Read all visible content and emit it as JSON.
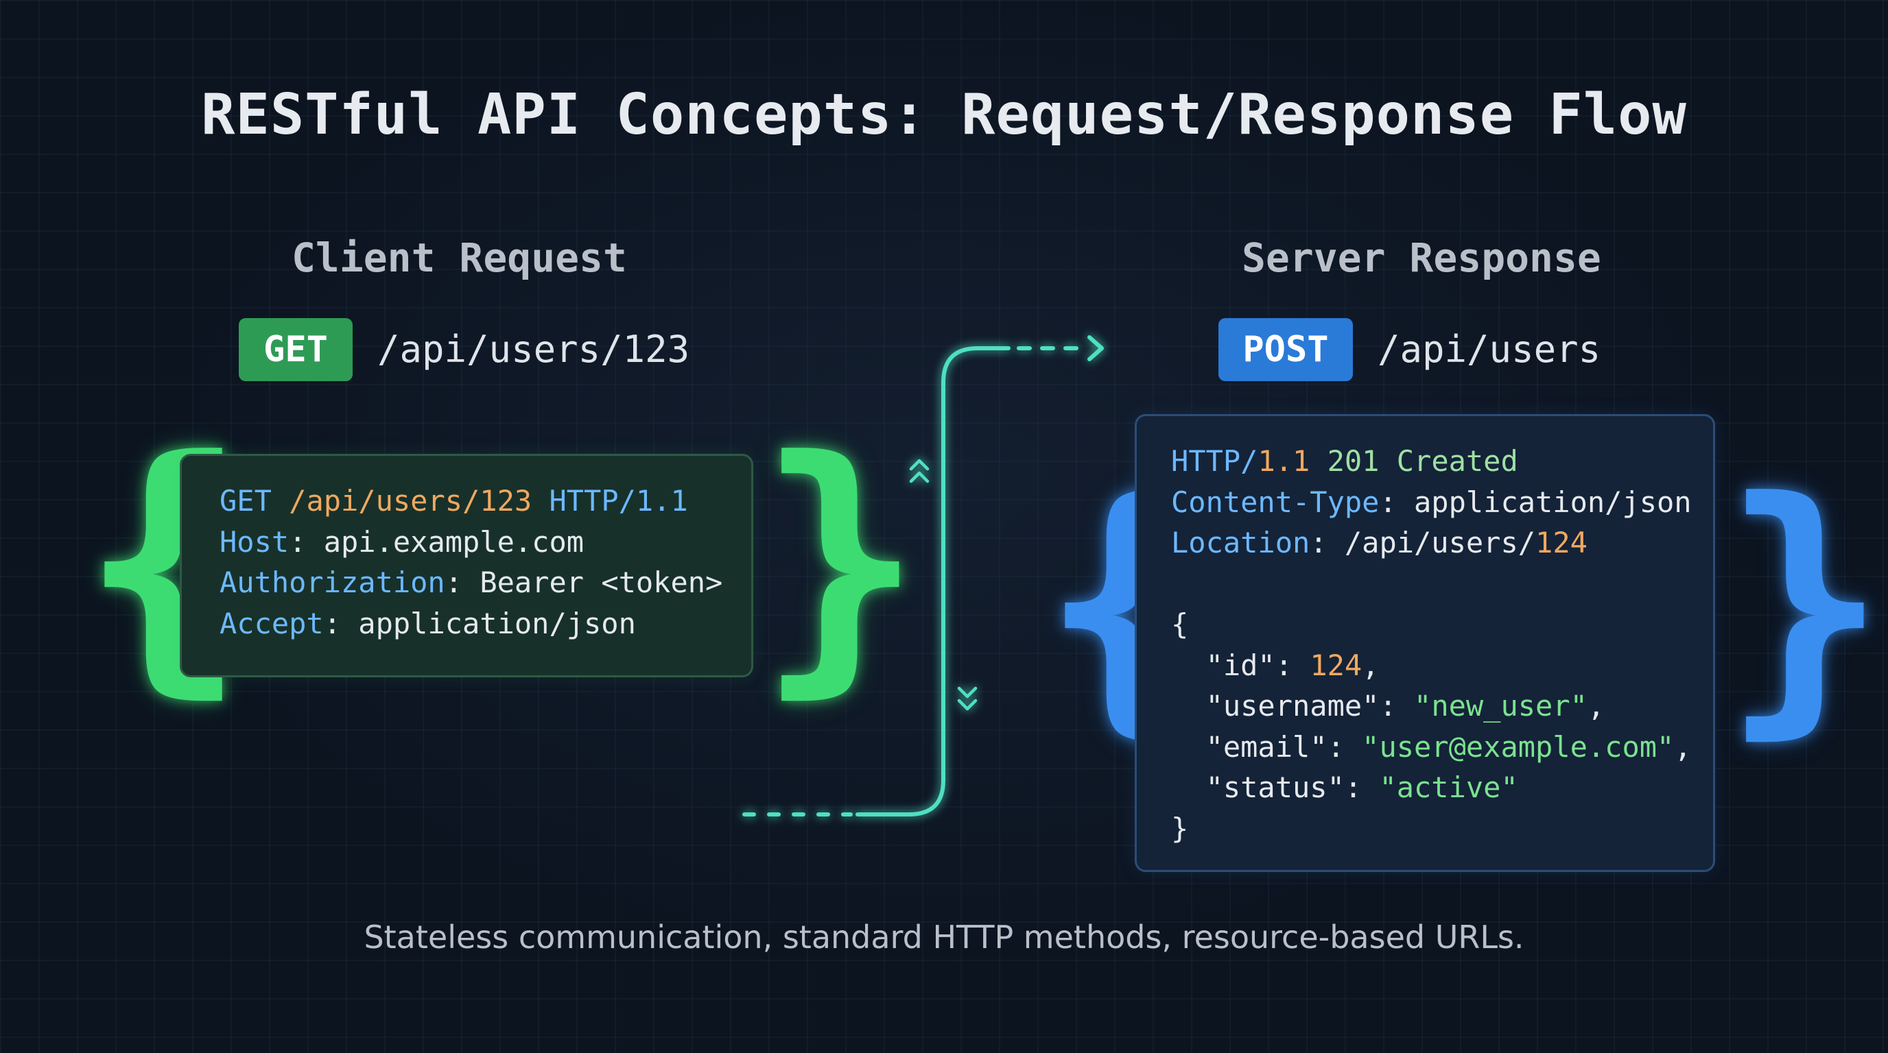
{
  "title": "RESTful API Concepts: Request/Response Flow",
  "client": {
    "heading": "Client Request",
    "method": "GET",
    "path": "/api/users/123",
    "method_color": "#2e9b55",
    "code": {
      "line1": {
        "method": "GET",
        "path": "/api/users/123",
        "proto": "HTTP/1.1"
      },
      "host": {
        "key": "Host",
        "value": "api.example.com"
      },
      "auth": {
        "key": "Authorization",
        "value": "Bearer <token>"
      },
      "accept": {
        "key": "Accept",
        "value": "application/json"
      }
    }
  },
  "server": {
    "heading": "Server Response",
    "method": "POST",
    "path": "/api/users",
    "method_color": "#2a7ad8",
    "code": {
      "status": {
        "proto": "HTTP/",
        "version": "1.1",
        "code": "201",
        "text": "Created"
      },
      "content_type": {
        "key": "Content-Type",
        "value": "application/json"
      },
      "location": {
        "key": "Location",
        "value_prefix": "/api/users/",
        "value_id": "124"
      },
      "body": {
        "open": "{",
        "id": {
          "key": "\"id\"",
          "value": "124"
        },
        "username": {
          "key": "\"username\"",
          "value": "\"new_user\""
        },
        "email": {
          "key": "\"email\"",
          "value": "\"user@example.com\""
        },
        "status": {
          "key": "\"status\"",
          "value": "\"active\""
        },
        "close": "}"
      }
    }
  },
  "braces": {
    "open": "{",
    "close": "}"
  },
  "flow_color": "#4fe0c0",
  "caption": "Stateless communication, standard HTTP methods, resource-based URLs."
}
